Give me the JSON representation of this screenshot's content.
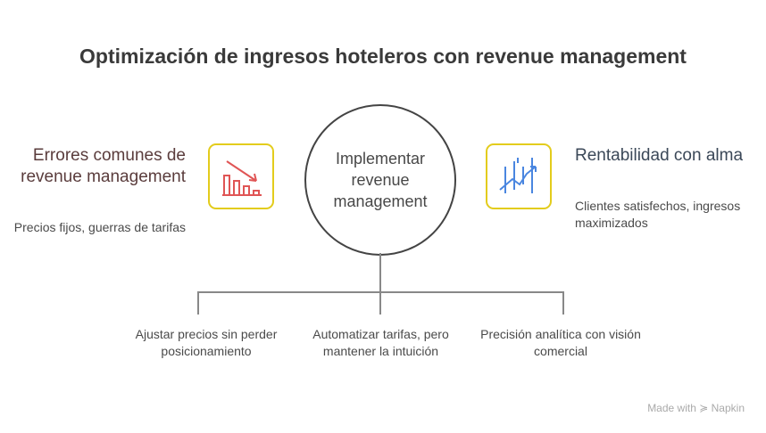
{
  "title": "Optimización de ingresos hoteleros con revenue management",
  "center": "Implementar revenue management",
  "left": {
    "heading": "Errores comunes de revenue management",
    "text": "Precios fijos, guerras de tarifas"
  },
  "right": {
    "heading": "Rentabilidad con alma",
    "text": "Clientes satisfechos, ingresos maximizados"
  },
  "branches": [
    "Ajustar precios sin perder posicionamiento",
    "Automatizar tarifas, pero mantener la intuición",
    "Precisión analítica con visión comercial"
  ],
  "footer": {
    "made_with": "Made with",
    "brand": "Napkin"
  },
  "colors": {
    "accent_yellow": "#e3cc1c",
    "down_red": "#e05555",
    "up_blue": "#4a86e0"
  }
}
